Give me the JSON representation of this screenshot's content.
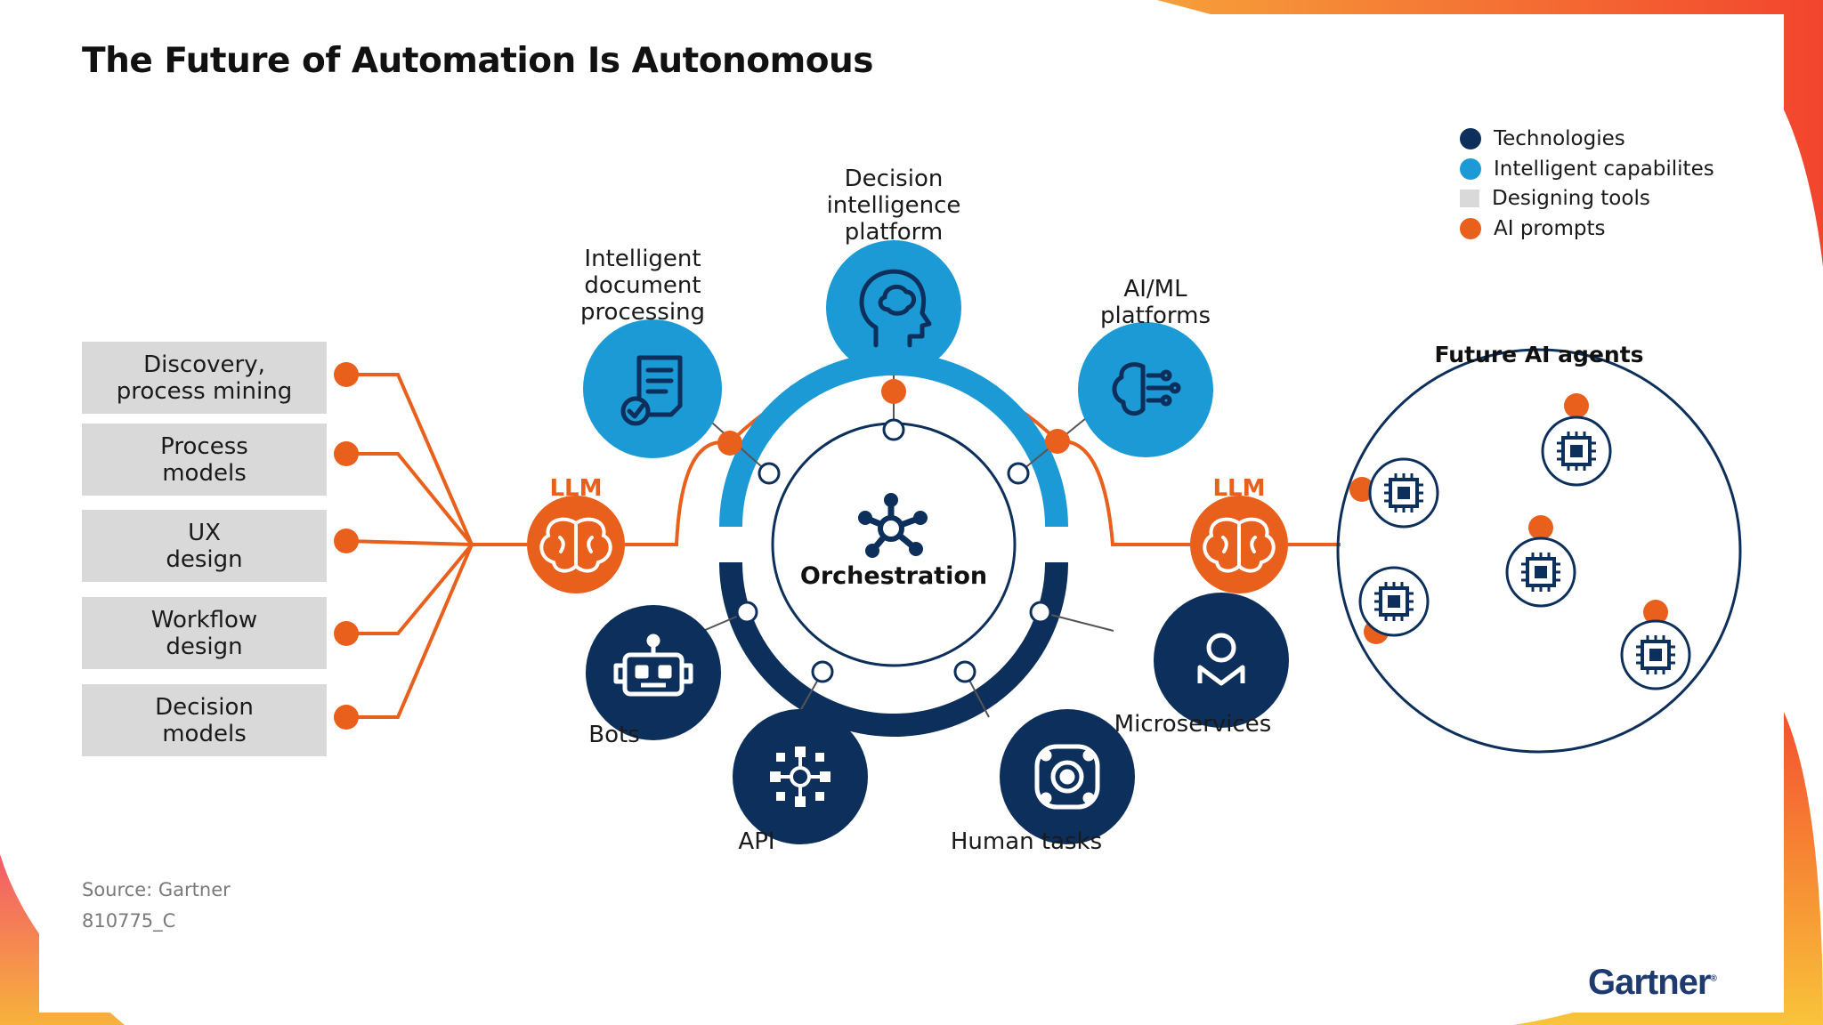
{
  "title": "The Future of Automation Is Autonomous",
  "legend": [
    {
      "label": "Technologies",
      "color": "#0d2f5c",
      "shape": "circle"
    },
    {
      "label": "Intelligent capabilites",
      "color": "#1c9ad6",
      "shape": "circle"
    },
    {
      "label": "Designing tools",
      "color": "#d9d9d9",
      "shape": "square"
    },
    {
      "label": "AI prompts",
      "color": "#e8601c",
      "shape": "circle"
    }
  ],
  "designing_tools": [
    "Discovery,\nprocess mining",
    "Process\nmodels",
    "UX\ndesign",
    "Workflow\ndesign",
    "Decision\nmodels"
  ],
  "llm_left": "LLM",
  "llm_right": "LLM",
  "intelligent_capabilities": [
    {
      "label": "Intelligent\ndocument\nprocessing",
      "icon": "document-check-icon"
    },
    {
      "label": "Decision\nintelligence\nplatform",
      "icon": "head-brain-icon"
    },
    {
      "label": "AI/ML\nplatforms",
      "icon": "brain-circuit-icon"
    }
  ],
  "center": {
    "label": "Orchestration",
    "icon": "network-hub-icon"
  },
  "technologies": [
    {
      "label": "Bots",
      "icon": "robot-icon"
    },
    {
      "label": "API",
      "icon": "api-gear-icon"
    },
    {
      "label": "Human tasks",
      "icon": "cog-icon"
    },
    {
      "label": "Microservices",
      "icon": "person-icon"
    }
  ],
  "future_agents": {
    "title": "Future AI agents",
    "icon": "chip-icon"
  },
  "source": "Source: Gartner",
  "doc_id": "810775_C",
  "brand": "Gartner",
  "brand_mark": "®",
  "colors": {
    "technology": "#0d2f5c",
    "intelligent": "#1c9ad6",
    "design": "#d9d9d9",
    "prompt": "#e8601c"
  }
}
